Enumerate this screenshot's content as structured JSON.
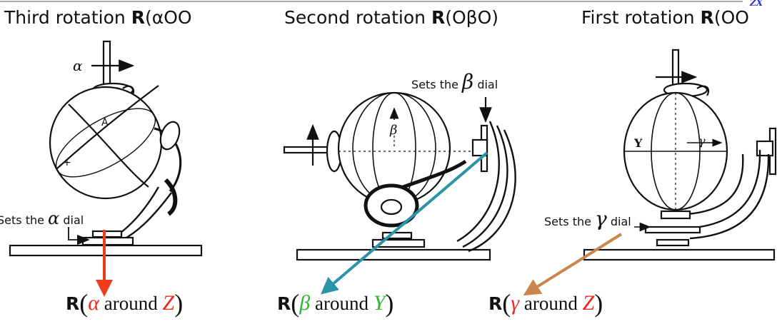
{
  "panels": [
    {
      "title_text": "Third rotation ",
      "title_R": "R",
      "title_arg": "(αOO",
      "dial_prefix": "Sets the ",
      "dial_symbol": "α",
      "dial_suffix": " dial",
      "caption_R": "R",
      "caption_open": "(",
      "caption_symbol": "α",
      "caption_word": " around ",
      "caption_axis": "Z",
      "caption_close": ")",
      "symbol_color": "#e8291c",
      "axis_color": "#e8291c",
      "arrow_color": "#f03a1c"
    },
    {
      "title_text": "Second rotation ",
      "title_R": "R",
      "title_arg": "(OβO)",
      "dial_prefix": "Sets the ",
      "dial_symbol": "β",
      "dial_suffix": " dial",
      "caption_R": "R",
      "caption_open": "(",
      "caption_symbol": "β",
      "caption_word": " around ",
      "caption_axis": "Y",
      "caption_close": ")",
      "symbol_color": "#2eb82e",
      "axis_color": "#2eb82e",
      "arrow_color": "#2a93a6"
    },
    {
      "title_text": "First rotation  ",
      "title_R": "R",
      "title_arg": "(OO",
      "dial_prefix": "Sets the ",
      "dial_symbol": "γ",
      "dial_suffix": " dial",
      "caption_R": "R",
      "caption_open": "(",
      "caption_symbol": "γ",
      "caption_word": " around ",
      "caption_axis": "Z",
      "caption_close": ")",
      "symbol_color": "#e8291c",
      "axis_color": "#e8291c",
      "arrow_color": "#c8864e"
    }
  ],
  "angle_labels": {
    "alpha": "α",
    "beta": "β",
    "gamma": "γ",
    "gamma_side": "Y"
  },
  "corner_mark": "ZX"
}
